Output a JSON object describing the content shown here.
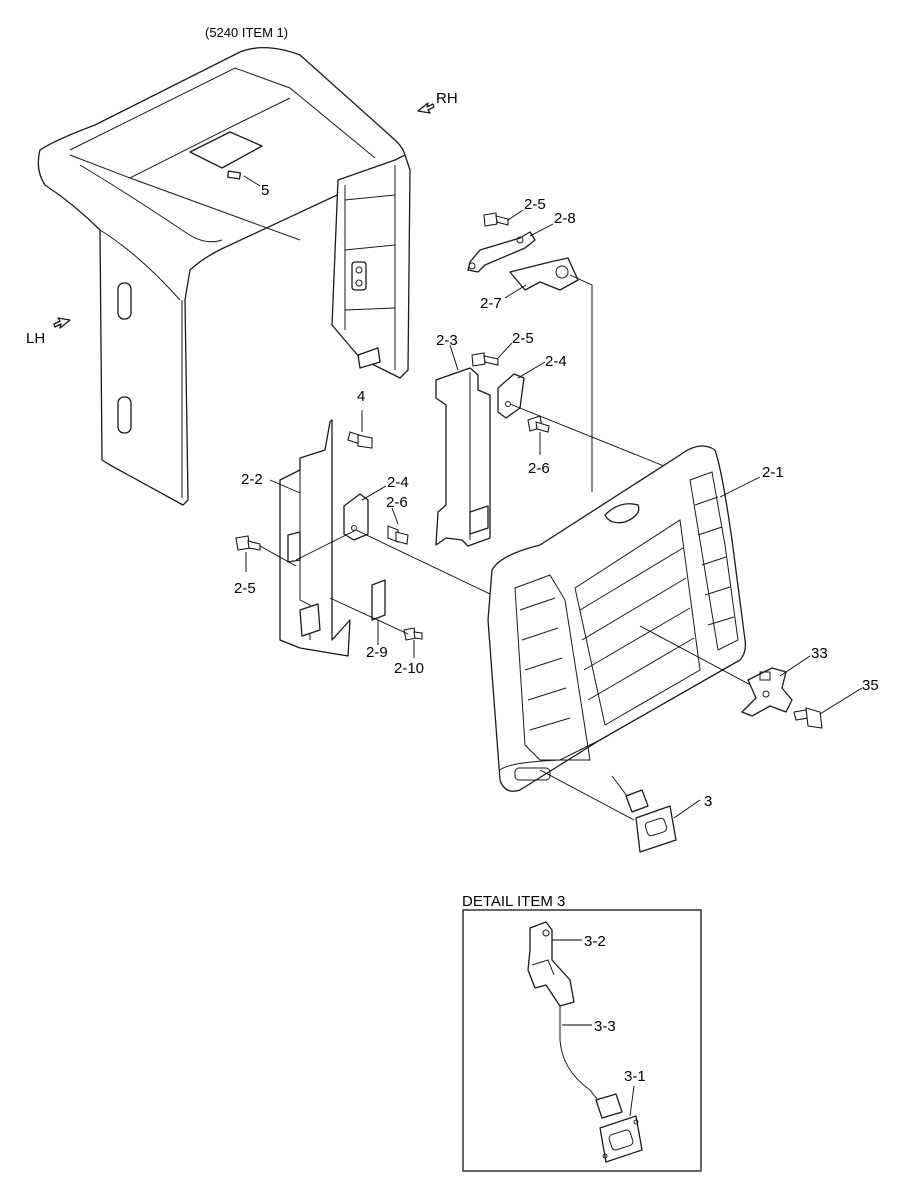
{
  "header": {
    "ref_label": "(5240 ITEM 1)"
  },
  "directions": {
    "rh": "RH",
    "lh": "LH"
  },
  "detail": {
    "title": "DETAIL ITEM 3"
  },
  "callouts": {
    "c5": "5",
    "c4": "4",
    "c2_1": "2-1",
    "c2_2": "2-2",
    "c2_3": "2-3",
    "c2_4a": "2-4",
    "c2_4b": "2-4",
    "c2_5a": "2-5",
    "c2_5b": "2-5",
    "c2_5c": "2-5",
    "c2_6a": "2-6",
    "c2_6b": "2-6",
    "c2_7": "2-7",
    "c2_8": "2-8",
    "c2_9": "2-9",
    "c2_10": "2-10",
    "c3": "3",
    "c33": "33",
    "c35": "35",
    "c3_1": "3-1",
    "c3_2": "3-2",
    "c3_3": "3-3"
  }
}
